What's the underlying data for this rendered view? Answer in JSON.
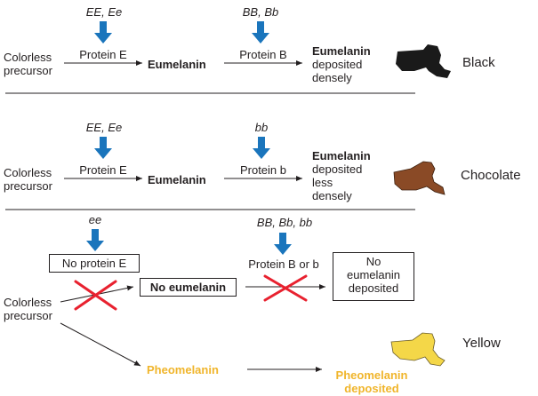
{
  "colors": {
    "arrow_blue": "#1a75bc",
    "cross_red": "#e8212f",
    "yellow_text": "#f0b52b",
    "black_fur": "#1a1a1a",
    "chocolate_fur": "#8a4a26",
    "yellow_fur": "#f4d748"
  },
  "row1": {
    "genotype_e": "EE, Ee",
    "genotype_b": "BB, Bb",
    "precursor": [
      "Colorless",
      "precursor"
    ],
    "protein_e": "Protein E",
    "eumelanin": "Eumelanin",
    "protein_b": "Protein B",
    "result": [
      "Eumelanin",
      "deposited",
      "densely"
    ],
    "color": "Black"
  },
  "row2": {
    "genotype_e": "EE, Ee",
    "genotype_b": "bb",
    "precursor": [
      "Colorless",
      "precursor"
    ],
    "protein_e": "Protein E",
    "eumelanin": "Eumelanin",
    "protein_b": "Protein b",
    "result": [
      "Eumelanin",
      "deposited",
      "less",
      "densely"
    ],
    "color": "Chocolate"
  },
  "row3": {
    "genotype_e": "ee",
    "genotype_b": "BB, Bb, bb",
    "no_protein_e": "No protein E",
    "protein_b_or_b": "Protein B or b",
    "precursor": [
      "Colorless",
      "precursor"
    ],
    "no_eumelanin": "No eumelanin",
    "no_deposit": [
      "No",
      "eumelanin",
      "deposited"
    ],
    "pheomelanin": "Pheomelanin",
    "pheo_deposited": [
      "Pheomelanin",
      "deposited"
    ],
    "color": "Yellow"
  }
}
